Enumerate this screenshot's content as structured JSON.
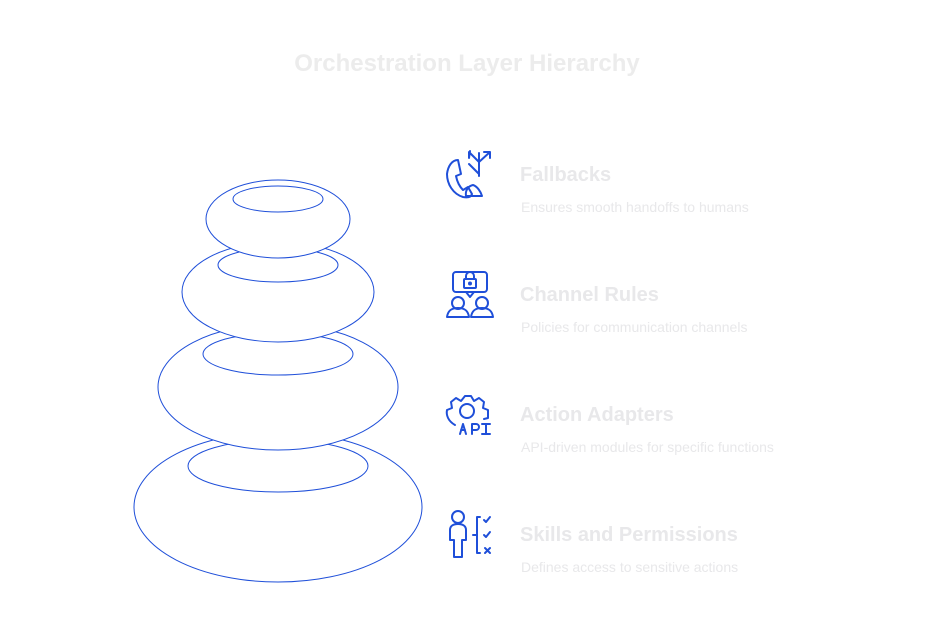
{
  "title": "Orchestration Layer Hierarchy",
  "colors": {
    "accent": "#1f4fd9",
    "text": "#e8e8ea",
    "background": "#ffffff"
  },
  "layers": [
    {
      "label": "Fallbacks",
      "description": "Ensures smooth handoffs to humans",
      "icon": "phone-transfer-icon"
    },
    {
      "label": "Channel Rules",
      "description": "Policies for communication channels",
      "icon": "secure-chat-users-icon"
    },
    {
      "label": "Action Adapters",
      "description": "API-driven modules for specific functions",
      "icon": "api-gear-icon"
    },
    {
      "label": "Skills and Permissions",
      "description": "Defines access to sensitive actions",
      "icon": "user-permissions-icon"
    }
  ]
}
